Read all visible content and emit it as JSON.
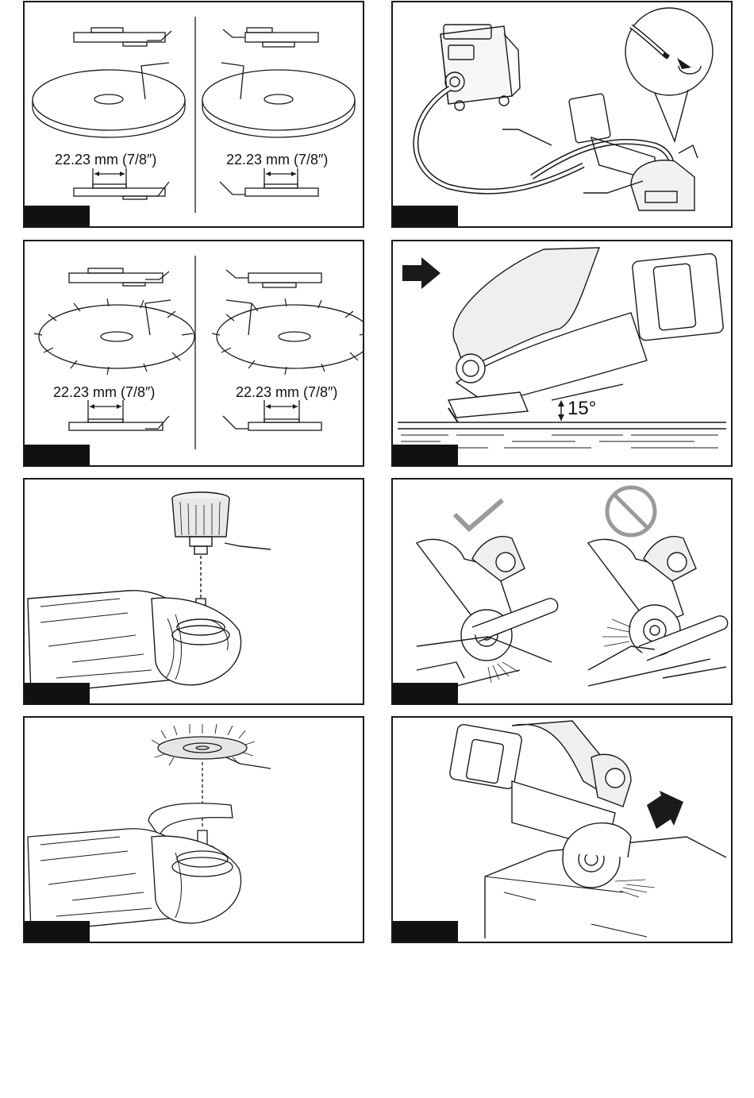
{
  "figures": [
    {
      "id": "fig-1",
      "dims": [
        "22.23 mm (7/8″)",
        "22.23 mm (7/8″)"
      ]
    },
    {
      "id": "fig-2"
    },
    {
      "id": "fig-3",
      "dims": [
        "22.23 mm (7/8″)",
        "22.23 mm (7/8″)"
      ]
    },
    {
      "id": "fig-4",
      "angle": "15°"
    },
    {
      "id": "fig-5"
    },
    {
      "id": "fig-6"
    },
    {
      "id": "fig-7"
    },
    {
      "id": "fig-8"
    }
  ],
  "colors": {
    "line": "#1a1a1a",
    "tab": "#111111",
    "glove": "#e8e8e8",
    "gray": "#9a9a9a"
  },
  "icons": [
    "arrow-right-icon",
    "checkmark-icon",
    "prohibited-icon"
  ]
}
